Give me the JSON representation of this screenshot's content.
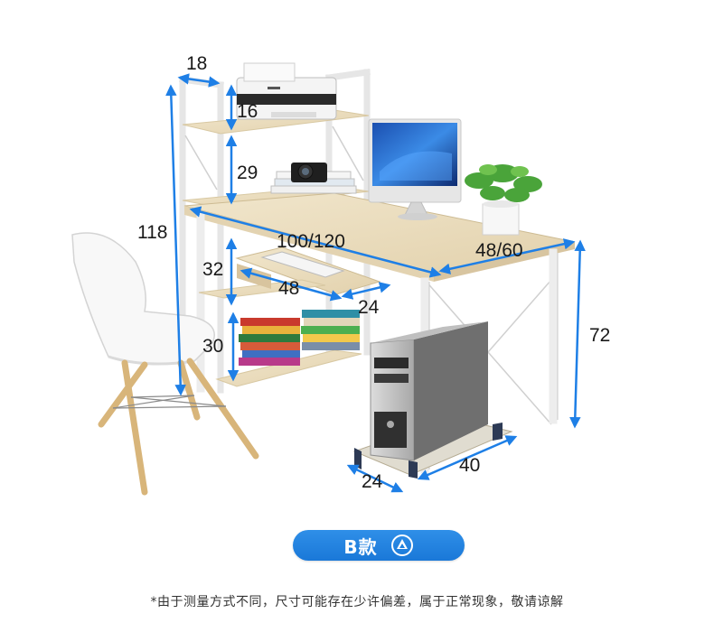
{
  "dimensions": {
    "shelf_width": "18",
    "shelf_gap_top": "16",
    "shelf_gap_mid": "29",
    "total_height": "118",
    "desk_width": "100/120",
    "desk_depth": "48/60",
    "lower_gap_upper": "32",
    "keyboard_tray_width": "48",
    "keyboard_tray_depth": "24",
    "lower_gap_lower": "30",
    "desk_height": "72",
    "cpu_stand_width": "40",
    "cpu_stand_depth": "24"
  },
  "variant_button": {
    "label": "B款",
    "icon": "chevron-up-circle-icon"
  },
  "footnote": "*由于测量方式不同，尺寸可能存在少许偏差，属于正常现象，敬请谅解",
  "colors": {
    "dimension_arrow": "#1e7fe6",
    "button_bg": "#1f80de",
    "frame": "#ececec",
    "wood": "#eadcbf"
  }
}
